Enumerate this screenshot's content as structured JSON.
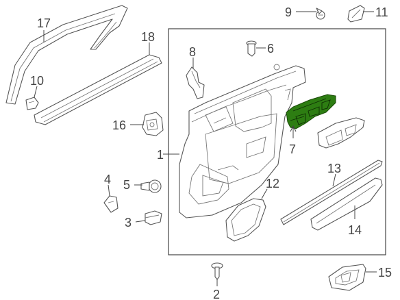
{
  "callouts": {
    "c1": "1",
    "c2": "2",
    "c3": "3",
    "c4": "4",
    "c5": "5",
    "c6": "6",
    "c7": "7",
    "c8": "8",
    "c9": "9",
    "c10": "10",
    "c11": "11",
    "c12": "12",
    "c13": "13",
    "c14": "14",
    "c15": "15",
    "c16": "16",
    "c17": "17",
    "c18": "18"
  },
  "highlighted_part": "7",
  "colors": {
    "highlight": "#2d7d12",
    "line": "#444444",
    "background": "#ffffff"
  }
}
